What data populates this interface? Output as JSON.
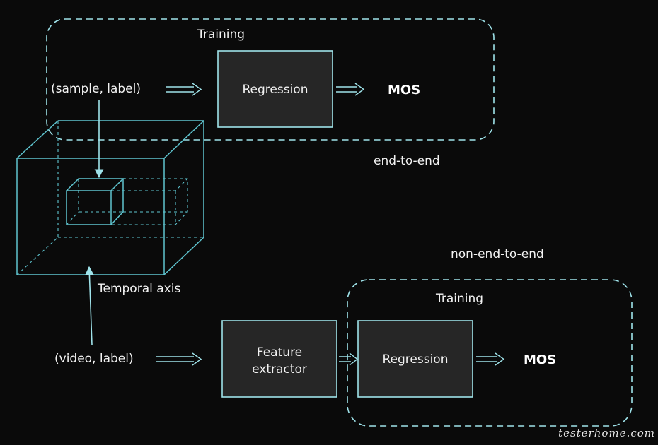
{
  "colors": {
    "background": "#0a0a0a",
    "outline": "#9fe3ea",
    "box_fill": "#262626",
    "box_border": "#9fe3ea",
    "text": "#f2f2f2"
  },
  "end_to_end": {
    "group_label": "Training",
    "input_label": "(sample, label)",
    "regression_label": "Regression",
    "output_label": "MOS",
    "caption": "end-to-end"
  },
  "video_volume": {
    "axis_label": "Temporal axis"
  },
  "non_end_to_end": {
    "caption": "non-end-to-end",
    "input_label": "(video, label)",
    "feature_extractor_label": "Feature extractor",
    "group_label": "Training",
    "regression_label": "Regression",
    "output_label": "MOS"
  },
  "watermark": "testerhome.com"
}
